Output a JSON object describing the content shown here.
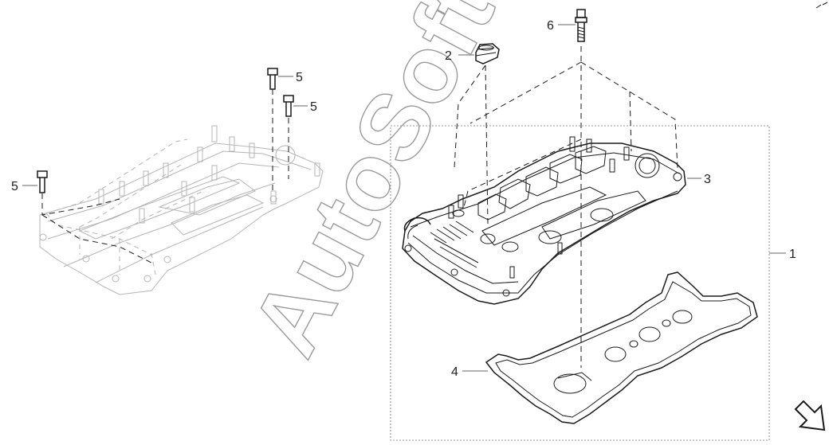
{
  "watermark": "AutoSoft",
  "callouts": {
    "c1": "1",
    "c2": "2",
    "c3": "3",
    "c4": "4",
    "c5a": "5",
    "c5b": "5",
    "c5c": "5",
    "c6": "6"
  },
  "icons": {
    "corner_arrow": "arrow-down-right-icon",
    "corner_mark": "small-mark-icon"
  },
  "colors": {
    "line": "#1a1a1a",
    "ghost": "#b5b5b5",
    "watermark": "#9a9a9a"
  }
}
